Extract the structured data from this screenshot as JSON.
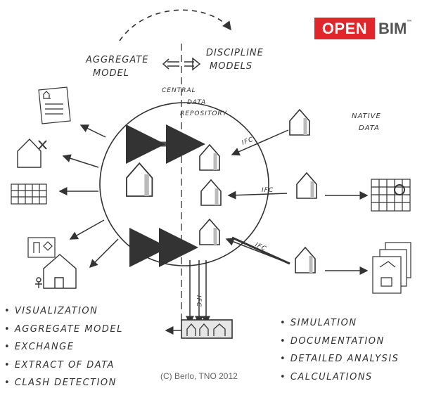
{
  "logo": {
    "open": "OPEN",
    "bim": "BIM",
    "tm": "™"
  },
  "labels": {
    "aggregate_model_1": "AGGREGATE",
    "aggregate_model_2": "MODEL",
    "discipline_models_1": "DISCIPLINE",
    "discipline_models_2": "MODELS",
    "central_1": "CENTRAL",
    "central_2": "DATA",
    "central_3": "REPOSITORY",
    "native_1": "NATIVE",
    "native_2": "DATA",
    "ifc": "IFC"
  },
  "left_list": [
    "VISUALIZATION",
    "AGGREGATE MODEL",
    "EXCHANGE",
    "EXTRACT OF DATA",
    "CLASH DETECTION"
  ],
  "right_list": [
    "SIMULATION",
    "DOCUMENTATION",
    "DETAILED ANALYSIS",
    "CALCULATIONS"
  ],
  "credit": "(C) Berlo, TNO 2012",
  "colors": {
    "logo_red": "#e0262b",
    "ink": "#333333"
  }
}
